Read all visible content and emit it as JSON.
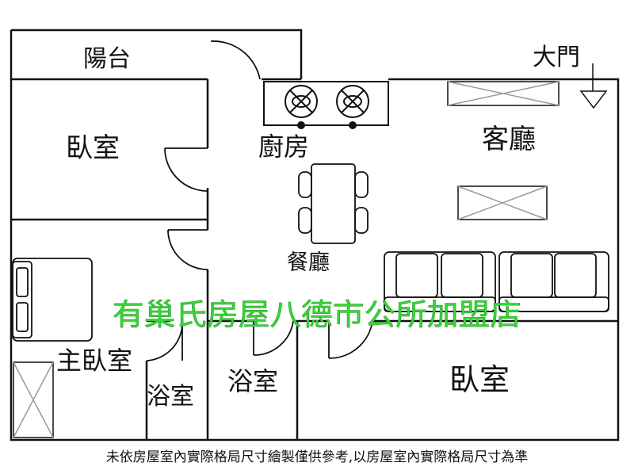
{
  "rooms": {
    "balcony": "陽台",
    "bedroom_nw": "臥室",
    "kitchen": "廚房",
    "living_room": "客廳",
    "dining_room": "餐廳",
    "master_bedroom": "主臥室",
    "bathroom_1": "浴室",
    "bathroom_2": "浴室",
    "bedroom_se": "臥室"
  },
  "entrance": "大門",
  "watermark": "有巢氏房屋八德市公所加盟店",
  "note": "未依房屋室內實際格局尺寸繪製僅供參考,以房屋室內實際格局尺寸為準"
}
